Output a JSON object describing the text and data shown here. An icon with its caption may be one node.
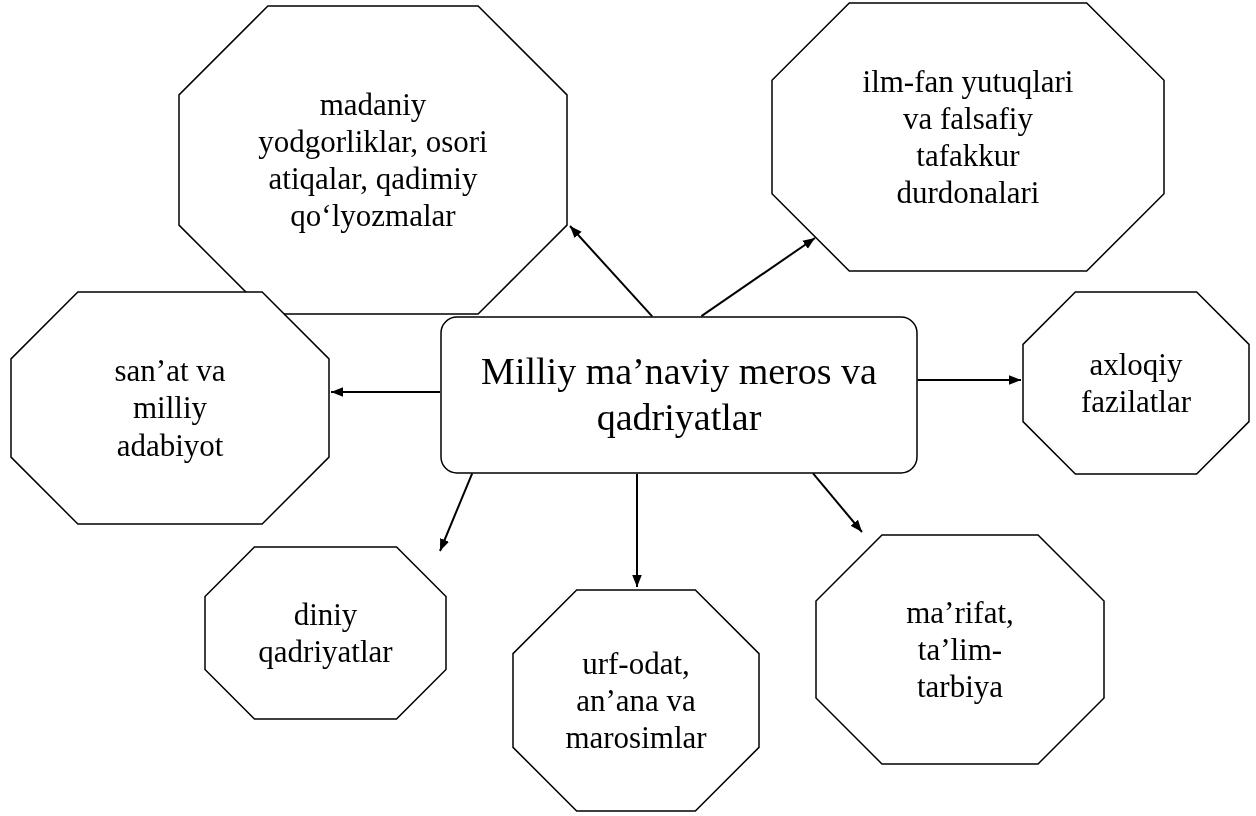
{
  "diagram": {
    "nodes": [
      {
        "text": [
          "Milliy ma’naviy meros va qadriyatlar"
        ]
      },
      {
        "text": [
          "madaniy yodgorliklar, osori atiqalar, qadimiy qo‘lyozmalar"
        ]
      },
      {
        "text": [
          "ilm-fan yutuqlari va falsafiy tafakkur durdonalari"
        ]
      },
      {
        "text": [
          "san’at va milliy adabiyot"
        ]
      },
      {
        "text": [
          "axloqiy fazilatlar"
        ]
      },
      {
        "text": [
          "diniy qadriyatlar"
        ]
      },
      {
        "text": [
          "urf-odat, an’ana va marosimlar"
        ]
      },
      {
        "text": [
          "ma’rifat, ta’lim-tarbiya"
        ]
      }
    ],
    "edges": [
      {
        "from": 0,
        "to": 1,
        "arrow": "to"
      },
      {
        "from": 0,
        "to": 2,
        "arrow": "to"
      },
      {
        "from": 0,
        "to": 3,
        "arrow": "to"
      },
      {
        "from": 0,
        "to": 4,
        "arrow": "to"
      },
      {
        "from": 0,
        "to": 5,
        "arrow": "to"
      },
      {
        "from": 0,
        "to": 6,
        "arrow": "to"
      },
      {
        "from": 0,
        "to": 7,
        "arrow": "to"
      }
    ]
  }
}
